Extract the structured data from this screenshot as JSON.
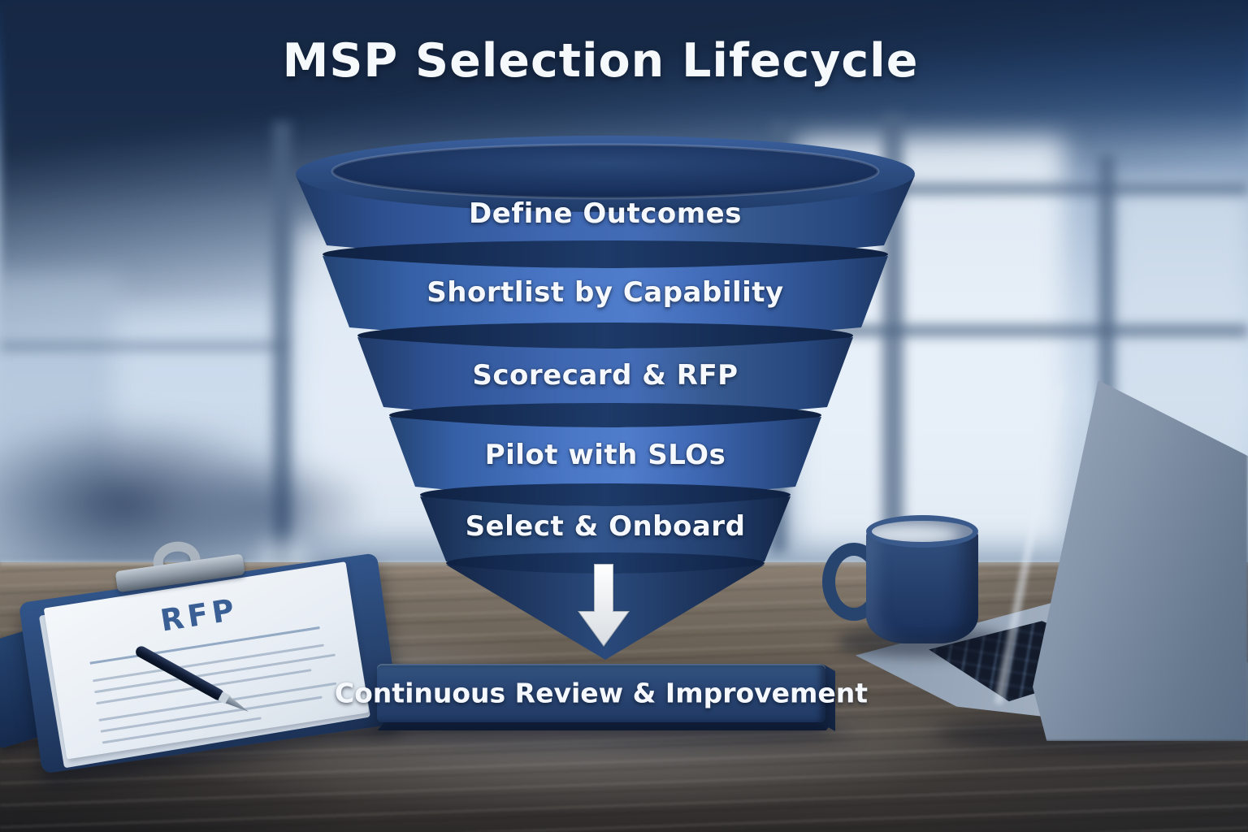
{
  "title": "MSP Selection Lifecycle",
  "funnel": {
    "stages": [
      {
        "label": "Define Outcomes"
      },
      {
        "label": "Shortlist by Capability"
      },
      {
        "label": "Scorecard & RFP"
      },
      {
        "label": "Pilot with SLOs"
      },
      {
        "label": "Select & Onboard"
      }
    ],
    "arrow_icon": "arrow-down"
  },
  "footer": {
    "label": "Continuous Review & Improvement"
  },
  "desk_items": {
    "clipboard_document_label": "RFP"
  },
  "colors": {
    "funnel_bright_blue": "#4a77c6",
    "funnel_mid_blue": "#3f68b2",
    "funnel_dark_navy": "#16294d",
    "banner_navy": "#27436f",
    "text_white": "#f5f8fc",
    "rfp_text_blue": "#3a5f94"
  }
}
